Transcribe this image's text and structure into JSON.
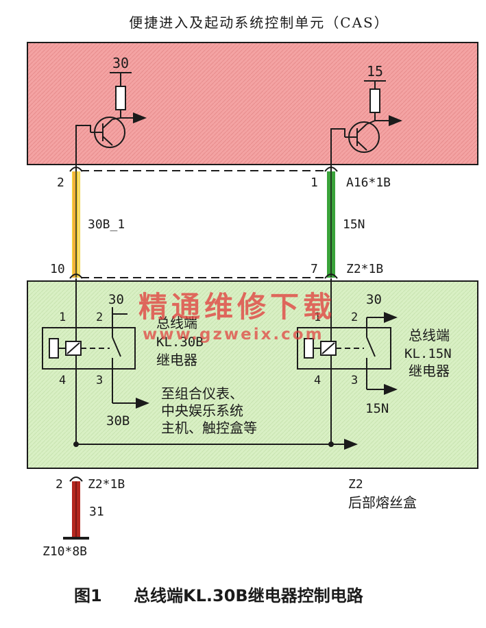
{
  "cas_title": "便捷进入及起动系统控制单元（CAS）",
  "cas": {
    "left_supply": "30",
    "right_supply": "15",
    "left_pin": "2",
    "right_pin": "1",
    "right_connector": "A16*1B"
  },
  "wires": {
    "left_wire": "30B_1",
    "right_wire": "15N"
  },
  "fuse_box": {
    "left_pin": "10",
    "right_pin": "7",
    "right_connector": "Z2*1B",
    "left_relay": {
      "pins": [
        "1",
        "2",
        "3",
        "4"
      ],
      "supply": "30",
      "label": [
        "总线端",
        "KL.30B",
        "继电器"
      ],
      "output": "30B",
      "output_note": [
        "至组合仪表、",
        "中央娱乐系统",
        "主机、触控盒等"
      ]
    },
    "right_relay": {
      "pins": [
        "1",
        "2",
        "3",
        "4"
      ],
      "supply": "30",
      "label": [
        "总线端",
        "KL.15N",
        "继电器"
      ],
      "output": "15N"
    },
    "bottom_pin": "2",
    "bottom_connector": "Z2*1B",
    "name": "Z2",
    "description": "后部熔丝盒"
  },
  "ground": {
    "wire": "31",
    "connector": "Z10*8B"
  },
  "watermark": {
    "line1": "精通维修下载",
    "line2": "www.gzweix.com"
  },
  "caption": {
    "number": "图1",
    "title": "总线端KL.30B继电器控制电路"
  },
  "colors": {
    "cas_fill": "#f4a3a3",
    "fuse_box_fill": "#d9f0c4",
    "wire_green": "#3aa33a",
    "wire_yellow": "#f0d040",
    "wire_red": "#b3261e",
    "watermark": "#e23b3b"
  }
}
